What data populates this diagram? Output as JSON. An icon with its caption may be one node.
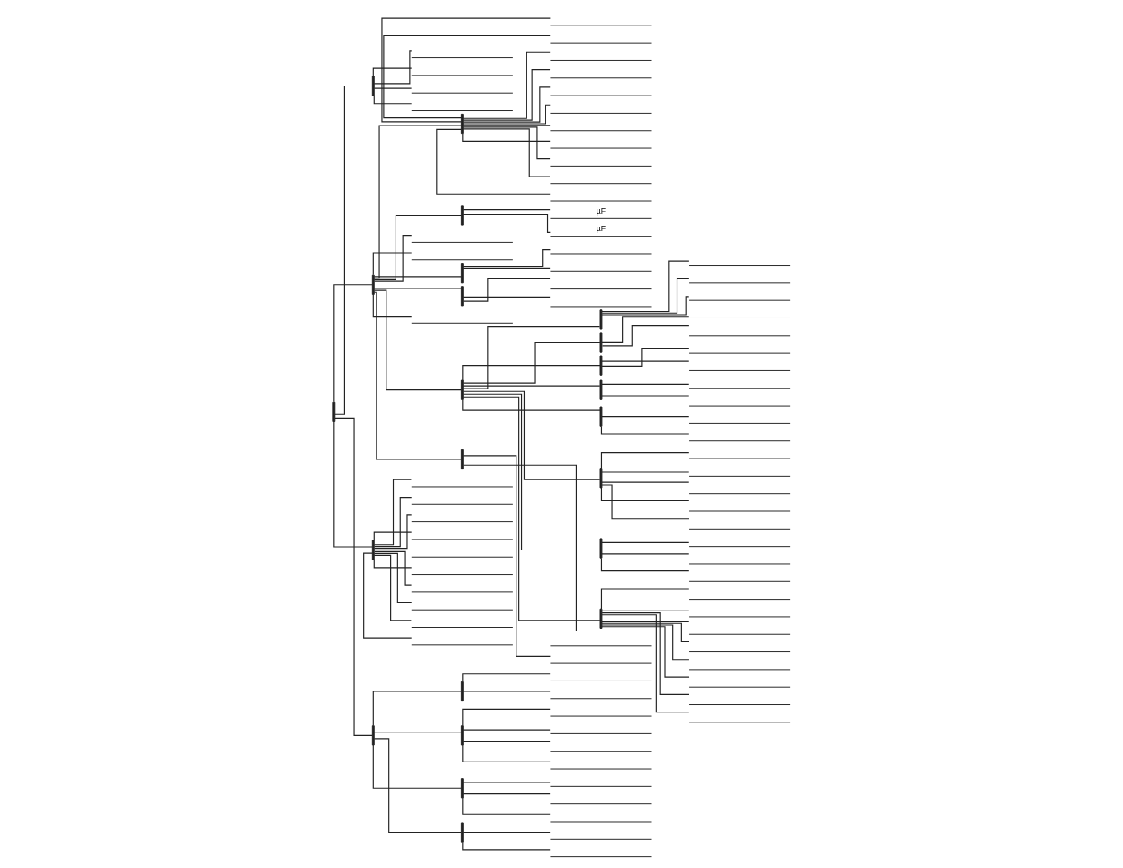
{
  "diagram": {
    "nodes": [
      {
        "text": [],
        "shape": "bar"
      },
      {
        "text": [],
        "shape": "bar"
      },
      {
        "text": [],
        "shape": "line"
      },
      {
        "text": [],
        "shape": "line"
      },
      {
        "text": [],
        "shape": "line"
      },
      {
        "text": [],
        "shape": "line"
      },
      {
        "text": [],
        "shape": "bar"
      },
      {
        "text": [],
        "shape": "bar"
      },
      {
        "text": [],
        "shape": "line"
      },
      {
        "text": [],
        "shape": "line"
      },
      {
        "text": [],
        "shape": "line"
      },
      {
        "text": [],
        "shape": "line"
      },
      {
        "text": [],
        "shape": "line"
      },
      {
        "text": [],
        "shape": "line"
      },
      {
        "text": [],
        "shape": "line"
      },
      {
        "text": [],
        "shape": "line"
      },
      {
        "text": [],
        "shape": "line"
      },
      {
        "text": [],
        "shape": "line"
      },
      {
        "text": [],
        "shape": "line"
      },
      {
        "text": [],
        "shape": "bar"
      },
      {
        "text": [
          "µF"
        ]
      },
      {
        "text": [
          "µF"
        ]
      },
      {
        "text": [],
        "shape": "line"
      },
      {
        "text": [],
        "shape": "line"
      },
      {
        "text": [],
        "shape": "bar"
      },
      {
        "text": [],
        "shape": "line"
      },
      {
        "text": [],
        "shape": "line"
      },
      {
        "text": [],
        "shape": "bar"
      },
      {
        "text": [],
        "shape": "line"
      },
      {
        "text": [],
        "shape": "line"
      },
      {
        "text": [],
        "shape": "line"
      },
      {
        "text": [],
        "shape": "bar"
      },
      {
        "text": [],
        "shape": "bar"
      },
      {
        "text": [],
        "shape": "line"
      },
      {
        "text": [],
        "shape": "line"
      },
      {
        "text": [],
        "shape": "line"
      },
      {
        "text": [],
        "shape": "bar"
      },
      {
        "text": [],
        "shape": "line"
      },
      {
        "text": [],
        "shape": "line"
      },
      {
        "text": [],
        "shape": "bar"
      },
      {
        "text": [],
        "shape": "line"
      },
      {
        "text": [],
        "shape": "line"
      },
      {
        "text": [],
        "shape": "bar"
      },
      {
        "text": [],
        "shape": "line"
      },
      {
        "text": [],
        "shape": "line"
      },
      {
        "text": [],
        "shape": "bar"
      },
      {
        "text": [],
        "shape": "line"
      },
      {
        "text": [],
        "shape": "line"
      },
      {
        "text": [],
        "shape": "bar"
      },
      {
        "text": [],
        "shape": "line"
      },
      {
        "text": [],
        "shape": "line"
      },
      {
        "text": [],
        "shape": "line"
      },
      {
        "text": [],
        "shape": "line"
      },
      {
        "text": [],
        "shape": "line"
      },
      {
        "text": [],
        "shape": "bar"
      },
      {
        "text": [],
        "shape": "line"
      },
      {
        "text": [],
        "shape": "line"
      },
      {
        "text": [],
        "shape": "line"
      },
      {
        "text": [],
        "shape": "bar"
      },
      {
        "text": [],
        "shape": "line"
      },
      {
        "text": [],
        "shape": "line"
      },
      {
        "text": [],
        "shape": "line"
      },
      {
        "text": [],
        "shape": "line"
      },
      {
        "text": [],
        "shape": "line"
      },
      {
        "text": [],
        "shape": "line"
      },
      {
        "text": [],
        "shape": "line"
      },
      {
        "text": [],
        "shape": "line"
      },
      {
        "text": [],
        "shape": "bar"
      },
      {
        "text": [],
        "shape": "line"
      },
      {
        "text": [],
        "shape": "line"
      },
      {
        "text": [],
        "shape": "bar"
      },
      {
        "text": [],
        "shape": "line"
      },
      {
        "text": [],
        "shape": "line"
      },
      {
        "text": [],
        "shape": "line"
      },
      {
        "text": [],
        "shape": "line"
      },
      {
        "text": [],
        "shape": "line"
      },
      {
        "text": [],
        "shape": "line"
      },
      {
        "text": [],
        "shape": "line"
      },
      {
        "text": [],
        "shape": "line"
      },
      {
        "text": [],
        "shape": "line"
      },
      {
        "text": [],
        "shape": "line"
      },
      {
        "text": [],
        "shape": "bar"
      },
      {
        "text": [],
        "shape": "bar"
      },
      {
        "text": [],
        "shape": "line"
      },
      {
        "text": [],
        "shape": "line"
      },
      {
        "text": [],
        "shape": "bar"
      },
      {
        "text": [],
        "shape": "line"
      },
      {
        "text": [],
        "shape": "line"
      },
      {
        "text": [],
        "shape": "line"
      },
      {
        "text": [],
        "shape": "line"
      },
      {
        "text": [],
        "shape": "bar"
      },
      {
        "text": [],
        "shape": "line"
      },
      {
        "text": [],
        "shape": "line"
      },
      {
        "text": [],
        "shape": "line"
      },
      {
        "text": [],
        "shape": "bar"
      },
      {
        "text": [],
        "shape": "line"
      },
      {
        "text": [],
        "shape": "line"
      }
    ],
    "edges": [
      {
        "from": 0,
        "to": 1,
        "arrow": "none"
      },
      {
        "from": 1,
        "to": 2,
        "arrow": "none"
      },
      {
        "from": 1,
        "to": 3,
        "arrow": "none"
      },
      {
        "from": 1,
        "to": 4,
        "arrow": "none"
      },
      {
        "from": 1,
        "to": 5,
        "arrow": "none"
      },
      {
        "from": 0,
        "to": 6,
        "arrow": "none"
      },
      {
        "from": 6,
        "to": 7,
        "arrow": "none"
      },
      {
        "from": 7,
        "to": 8,
        "arrow": "none"
      },
      {
        "from": 7,
        "to": 9,
        "arrow": "none"
      },
      {
        "from": 7,
        "to": 10,
        "arrow": "none"
      },
      {
        "from": 7,
        "to": 11,
        "arrow": "none"
      },
      {
        "from": 7,
        "to": 12,
        "arrow": "none"
      },
      {
        "from": 7,
        "to": 13,
        "arrow": "none"
      },
      {
        "from": 7,
        "to": 14,
        "arrow": "none"
      },
      {
        "from": 7,
        "to": 15,
        "arrow": "none"
      },
      {
        "from": 7,
        "to": 16,
        "arrow": "none"
      },
      {
        "from": 7,
        "to": 17,
        "arrow": "none"
      },
      {
        "from": 7,
        "to": 18,
        "arrow": "none"
      },
      {
        "from": 6,
        "to": 19,
        "arrow": "none"
      },
      {
        "from": 19,
        "to": 20,
        "arrow": "none"
      },
      {
        "from": 19,
        "to": 21,
        "arrow": "none"
      },
      {
        "from": 6,
        "to": 22,
        "arrow": "none"
      },
      {
        "from": 6,
        "to": 23,
        "arrow": "none"
      },
      {
        "from": 6,
        "to": 24,
        "arrow": "none"
      },
      {
        "from": 24,
        "to": 25,
        "arrow": "none"
      },
      {
        "from": 24,
        "to": 26,
        "arrow": "none"
      },
      {
        "from": 6,
        "to": 27,
        "arrow": "none"
      },
      {
        "from": 27,
        "to": 28,
        "arrow": "none"
      },
      {
        "from": 27,
        "to": 29,
        "arrow": "none"
      },
      {
        "from": 6,
        "to": 30,
        "arrow": "none"
      },
      {
        "from": 6,
        "to": 31,
        "arrow": "none"
      },
      {
        "from": 31,
        "to": 32,
        "arrow": "none"
      },
      {
        "from": 32,
        "to": 33,
        "arrow": "none"
      },
      {
        "from": 32,
        "to": 34,
        "arrow": "none"
      },
      {
        "from": 32,
        "to": 35,
        "arrow": "none"
      },
      {
        "from": 31,
        "to": 36,
        "arrow": "none"
      },
      {
        "from": 36,
        "to": 37,
        "arrow": "none"
      },
      {
        "from": 36,
        "to": 38,
        "arrow": "none"
      },
      {
        "from": 31,
        "to": 39,
        "arrow": "none"
      },
      {
        "from": 39,
        "to": 40,
        "arrow": "none"
      },
      {
        "from": 39,
        "to": 41,
        "arrow": "none"
      },
      {
        "from": 31,
        "to": 42,
        "arrow": "none"
      },
      {
        "from": 42,
        "to": 43,
        "arrow": "none"
      },
      {
        "from": 42,
        "to": 44,
        "arrow": "none"
      },
      {
        "from": 31,
        "to": 45,
        "arrow": "none"
      },
      {
        "from": 45,
        "to": 46,
        "arrow": "none"
      },
      {
        "from": 45,
        "to": 47,
        "arrow": "none"
      },
      {
        "from": 31,
        "to": 48,
        "arrow": "none"
      },
      {
        "from": 48,
        "to": 49,
        "arrow": "none"
      },
      {
        "from": 48,
        "to": 50,
        "arrow": "none"
      },
      {
        "from": 48,
        "to": 51,
        "arrow": "none"
      },
      {
        "from": 48,
        "to": 52,
        "arrow": "none"
      },
      {
        "from": 48,
        "to": 53,
        "arrow": "none"
      },
      {
        "from": 31,
        "to": 54,
        "arrow": "none"
      },
      {
        "from": 54,
        "to": 55,
        "arrow": "none"
      },
      {
        "from": 54,
        "to": 56,
        "arrow": "none"
      },
      {
        "from": 54,
        "to": 57,
        "arrow": "none"
      },
      {
        "from": 31,
        "to": 58,
        "arrow": "none"
      },
      {
        "from": 58,
        "to": 59,
        "arrow": "none"
      },
      {
        "from": 58,
        "to": 60,
        "arrow": "none"
      },
      {
        "from": 58,
        "to": 61,
        "arrow": "none"
      },
      {
        "from": 58,
        "to": 62,
        "arrow": "none"
      },
      {
        "from": 58,
        "to": 63,
        "arrow": "none"
      },
      {
        "from": 58,
        "to": 64,
        "arrow": "none"
      },
      {
        "from": 58,
        "to": 65,
        "arrow": "none"
      },
      {
        "from": 58,
        "to": 66,
        "arrow": "none"
      },
      {
        "from": 6,
        "to": 67,
        "arrow": "none"
      },
      {
        "from": 67,
        "to": 68,
        "arrow": "none"
      },
      {
        "from": 67,
        "to": 69,
        "arrow": "none"
      },
      {
        "from": 0,
        "to": 70,
        "arrow": "none"
      },
      {
        "from": 70,
        "to": 71,
        "arrow": "none"
      },
      {
        "from": 70,
        "to": 72,
        "arrow": "none"
      },
      {
        "from": 70,
        "to": 73,
        "arrow": "none"
      },
      {
        "from": 70,
        "to": 74,
        "arrow": "none"
      },
      {
        "from": 70,
        "to": 75,
        "arrow": "none"
      },
      {
        "from": 70,
        "to": 76,
        "arrow": "none"
      },
      {
        "from": 70,
        "to": 77,
        "arrow": "none"
      },
      {
        "from": 70,
        "to": 78,
        "arrow": "none"
      },
      {
        "from": 70,
        "to": 79,
        "arrow": "none"
      },
      {
        "from": 70,
        "to": 80,
        "arrow": "none"
      },
      {
        "from": 0,
        "to": 81,
        "arrow": "none"
      },
      {
        "from": 81,
        "to": 82,
        "arrow": "none"
      },
      {
        "from": 82,
        "to": 83,
        "arrow": "none"
      },
      {
        "from": 82,
        "to": 84,
        "arrow": "none"
      },
      {
        "from": 81,
        "to": 85,
        "arrow": "none"
      },
      {
        "from": 85,
        "to": 86,
        "arrow": "none"
      },
      {
        "from": 85,
        "to": 87,
        "arrow": "none"
      },
      {
        "from": 85,
        "to": 88,
        "arrow": "none"
      },
      {
        "from": 85,
        "to": 89,
        "arrow": "none"
      },
      {
        "from": 81,
        "to": 90,
        "arrow": "none"
      },
      {
        "from": 90,
        "to": 91,
        "arrow": "none"
      },
      {
        "from": 90,
        "to": 92,
        "arrow": "none"
      },
      {
        "from": 90,
        "to": 93,
        "arrow": "none"
      },
      {
        "from": 81,
        "to": 94,
        "arrow": "none"
      },
      {
        "from": 94,
        "to": 95,
        "arrow": "none"
      },
      {
        "from": 94,
        "to": 96,
        "arrow": "none"
      }
    ]
  }
}
